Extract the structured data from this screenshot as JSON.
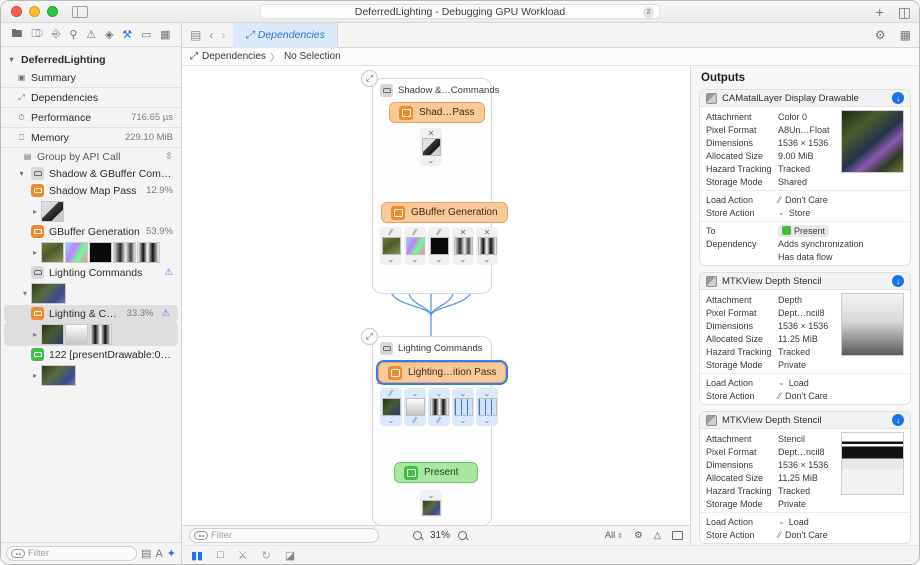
{
  "titlebar": {
    "document_title": "DeferredLighting - Debugging GPU Workload",
    "badge_count": "2",
    "add_label": "+"
  },
  "sidebar": {
    "toolbar_icons": [
      "folder-icon",
      "source-control-icon",
      "bookmark-icon",
      "search-icon",
      "warning-icon",
      "test-icon",
      "debug-icon",
      "breakpoint-icon",
      "report-icon"
    ],
    "root": "DeferredLighting",
    "items": [
      {
        "label": "Summary",
        "value": "",
        "icon": "summary-icon"
      },
      {
        "label": "Dependencies",
        "value": "",
        "icon": "dependencies-icon"
      },
      {
        "label": "Performance",
        "value": "716.65 µs",
        "icon": "performance-icon"
      },
      {
        "label": "Memory",
        "value": "229.10 MiB",
        "icon": "memory-icon"
      }
    ],
    "group_by": "Group by API Call",
    "shadow_group": "Shadow & GBuffer Commands",
    "shadow_map_pass": {
      "label": "Shadow Map Pass",
      "value": "12.9%"
    },
    "gbuffer_pass": {
      "label": "GBuffer Generation",
      "value": "53.9%"
    },
    "lighting_group": "Lighting Commands",
    "lighting_pass": {
      "label": "Lighting & Compo…",
      "value": "33.3%"
    },
    "present_item": {
      "label": "122 [presentDrawable:0x60…",
      "value": ""
    },
    "filter_placeholder": "Filter"
  },
  "tabbar": {
    "tab_label": "Dependencies",
    "breadcrumb": [
      "Dependencies",
      "No Selection"
    ],
    "crumb_sep": "〉"
  },
  "graph": {
    "group1": {
      "title": "Shadow &…Commands",
      "pass1": "Shad…Pass",
      "pass2": "GBuffer Generation"
    },
    "group2": {
      "title": "Lighting Commands",
      "pass1": "Lighting…ition Pass"
    },
    "present": "Present",
    "zoom_badge": "⤡"
  },
  "outputs": {
    "title": "Outputs",
    "cards": [
      {
        "name": "CAMatalLayer Display Drawable",
        "rows": [
          {
            "k": "Attachment",
            "v": "Color 0"
          },
          {
            "k": "Pixel Format",
            "v": "A8Un…Float"
          },
          {
            "k": "Dimensions",
            "v": "1536 × 1536"
          },
          {
            "k": "Allocated Size",
            "v": "9.00 MiB"
          },
          {
            "k": "Hazard Tracking",
            "v": "Tracked"
          },
          {
            "k": "Storage Mode",
            "v": "Shared"
          }
        ],
        "actions": [
          {
            "k": "Load Action",
            "v": "Don't Care",
            "glyph": "slash"
          },
          {
            "k": "Store Action",
            "v": "Store",
            "glyph": "chev"
          }
        ],
        "extra": [
          {
            "k": "To",
            "v": "Present",
            "chip": true
          },
          {
            "k": "Dependency",
            "v": "Adds synchronization"
          },
          {
            "k": "",
            "v": "Has data flow"
          }
        ],
        "badge": "1",
        "preview_type": "color"
      },
      {
        "name": "MTKView Depth Stencil",
        "rows": [
          {
            "k": "Attachment",
            "v": "Depth"
          },
          {
            "k": "Pixel Format",
            "v": "Dept…ncil8"
          },
          {
            "k": "Dimensions",
            "v": "1536 × 1536"
          },
          {
            "k": "Allocated Size",
            "v": "11.25 MiB"
          },
          {
            "k": "Hazard Tracking",
            "v": "Tracked"
          },
          {
            "k": "Storage Mode",
            "v": "Private"
          }
        ],
        "actions": [
          {
            "k": "Load Action",
            "v": "Load",
            "glyph": "chev"
          },
          {
            "k": "Store Action",
            "v": "Don't Care",
            "glyph": "slash"
          }
        ],
        "extra": [],
        "badge": "1",
        "preview_type": "depth"
      },
      {
        "name": "MTKView Depth Stencil",
        "rows": [
          {
            "k": "Attachment",
            "v": "Stencil"
          },
          {
            "k": "Pixel Format",
            "v": "Dept…ncil8"
          },
          {
            "k": "Dimensions",
            "v": "1536 × 1536"
          },
          {
            "k": "Allocated Size",
            "v": "11.25 MiB"
          },
          {
            "k": "Hazard Tracking",
            "v": "Tracked"
          },
          {
            "k": "Storage Mode",
            "v": "Private"
          }
        ],
        "actions": [
          {
            "k": "Load Action",
            "v": "Load",
            "glyph": "chev"
          },
          {
            "k": "Store Action",
            "v": "Don't Care",
            "glyph": "slash"
          }
        ],
        "extra": [],
        "badge": "1",
        "preview_type": "stencil"
      }
    ]
  },
  "bottombar": {
    "filter_placeholder": "Filter",
    "zoom_level": "31%",
    "scope": "All"
  },
  "colors": {
    "accent": "#1a73e8",
    "pass_orange": "#f9c99a",
    "pass_green": "#a8e8a0",
    "selection_blue": "#2f7ef0",
    "edge_blue": "#5a9ae6"
  }
}
